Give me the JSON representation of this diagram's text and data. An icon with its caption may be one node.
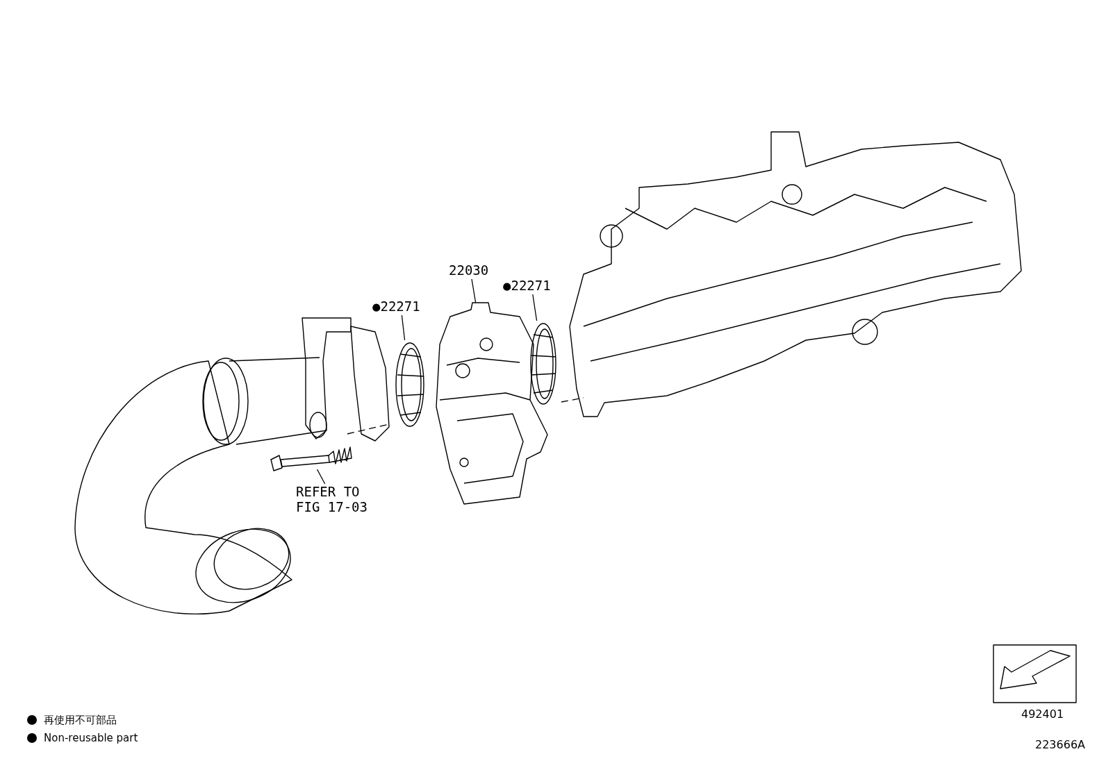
{
  "diagram": {
    "nodes": [
      {
        "text": [
          "●22271"
        ]
      },
      {
        "text": [],
        "shape": "picture"
      },
      {
        "text": [
          "22030"
        ]
      },
      {
        "text": [],
        "shape": "picture"
      },
      {
        "text": [
          "●22271"
        ]
      },
      {
        "text": [],
        "shape": "picture"
      },
      {
        "text": [
          "REFER TO FIG 17-03"
        ]
      },
      {
        "text": [],
        "shape": "picture"
      }
    ],
    "edges": [
      {
        "from": 0,
        "to": 1,
        "arrow": "none"
      },
      {
        "from": 2,
        "to": 3,
        "arrow": "none"
      },
      {
        "from": 4,
        "to": 5,
        "arrow": "none"
      },
      {
        "from": 6,
        "to": 7,
        "arrow": "none"
      }
    ],
    "labels": [
      "492401",
      "223666A"
    ],
    "legend": [
      {
        "text": "再使用不可部品"
      },
      {
        "text": "Non-reusable part"
      }
    ]
  }
}
